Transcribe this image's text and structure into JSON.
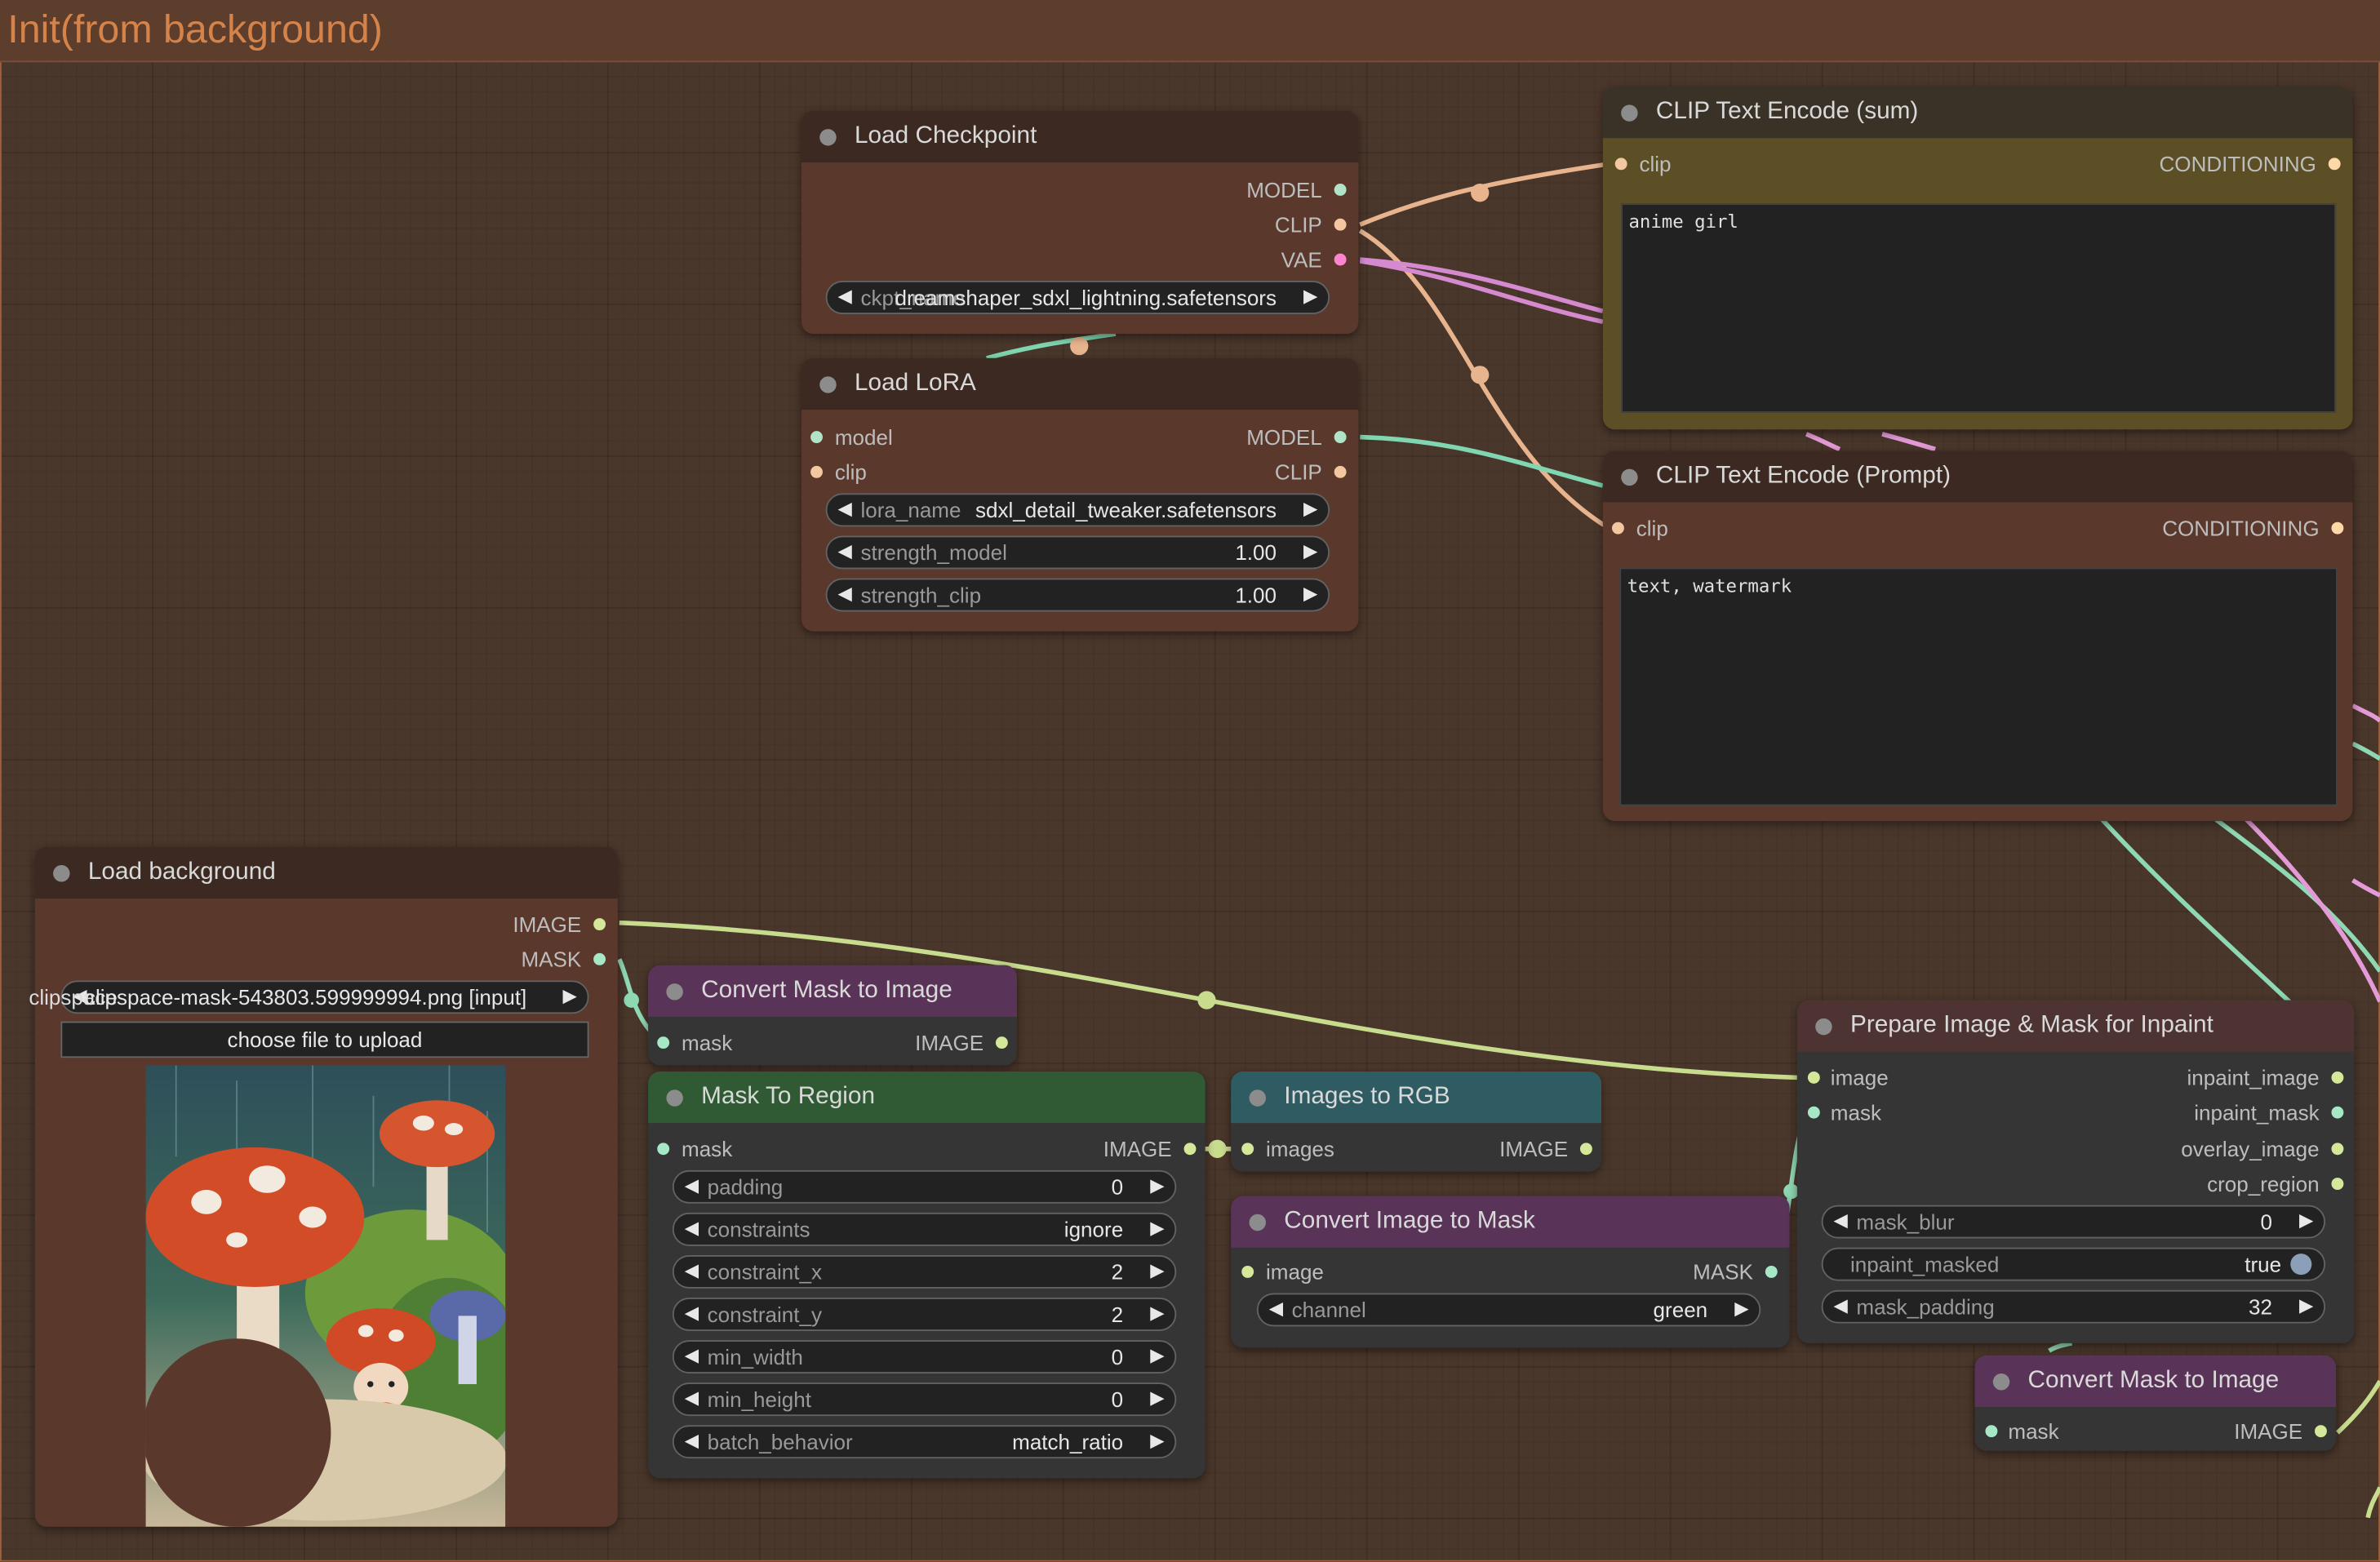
{
  "group": {
    "title": "Init(from background)"
  },
  "nodes": {
    "load_checkpoint": {
      "title": "Load Checkpoint",
      "outputs": [
        "MODEL",
        "CLIP",
        "VAE"
      ],
      "ckpt_name_label": "ckpt_name",
      "ckpt_name_value": "dreamshaper_sdxl_lightning.safetensors"
    },
    "load_lora": {
      "title": "Load LoRA",
      "inputs": [
        "model",
        "clip"
      ],
      "outputs": [
        "MODEL",
        "CLIP"
      ],
      "widgets": [
        {
          "label": "lora_name",
          "value": "sdxl_detail_tweaker.safetensors"
        },
        {
          "label": "strength_model",
          "value": "1.00"
        },
        {
          "label": "strength_clip",
          "value": "1.00"
        }
      ]
    },
    "clip_sum": {
      "title": "CLIP Text Encode (sum)",
      "input": "clip",
      "output": "CONDITIONING",
      "text": "anime girl"
    },
    "clip_prompt": {
      "title": "CLIP Text Encode (Prompt)",
      "input": "clip",
      "output": "CONDITIONING",
      "text": "text, watermark"
    },
    "load_background": {
      "title": "Load background",
      "outputs": [
        "IMAGE",
        "MASK"
      ],
      "image_label": "clipspace",
      "image_value": "clipspace-mask-543803.599999994.png [input]",
      "upload_label": "choose file to upload"
    },
    "convert_mask_1": {
      "title": "Convert Mask to Image",
      "input": "mask",
      "output": "IMAGE"
    },
    "mask_to_region": {
      "title": "Mask To Region",
      "input": "mask",
      "output": "IMAGE",
      "widgets": [
        {
          "label": "padding",
          "value": "0"
        },
        {
          "label": "constraints",
          "value": "ignore"
        },
        {
          "label": "constraint_x",
          "value": "2"
        },
        {
          "label": "constraint_y",
          "value": "2"
        },
        {
          "label": "min_width",
          "value": "0"
        },
        {
          "label": "min_height",
          "value": "0"
        },
        {
          "label": "batch_behavior",
          "value": "match_ratio"
        }
      ]
    },
    "images_to_rgb": {
      "title": "Images to RGB",
      "input": "images",
      "output": "IMAGE"
    },
    "convert_image_to_mask": {
      "title": "Convert Image to Mask",
      "input": "image",
      "output": "MASK",
      "channel_label": "channel",
      "channel_value": "green"
    },
    "prepare_inpaint": {
      "title": "Prepare Image & Mask for Inpaint",
      "inputs": [
        "image",
        "mask"
      ],
      "outputs": [
        "inpaint_image",
        "inpaint_mask",
        "overlay_image",
        "crop_region"
      ],
      "widgets": [
        {
          "label": "mask_blur",
          "value": "0"
        },
        {
          "label": "inpaint_masked",
          "value": "true"
        },
        {
          "label": "mask_padding",
          "value": "32"
        }
      ]
    },
    "convert_mask_2": {
      "title": "Convert Mask to Image",
      "input": "mask",
      "output": "IMAGE"
    }
  },
  "colors": {
    "model_wire": "#7fd6b0",
    "clip_wire": "#e8b48e",
    "vae_wire": "#d58ad0",
    "image_wire": "#c8dc8e",
    "mask_wire": "#8fd8b4",
    "cond_wire": "#e39ad6"
  }
}
